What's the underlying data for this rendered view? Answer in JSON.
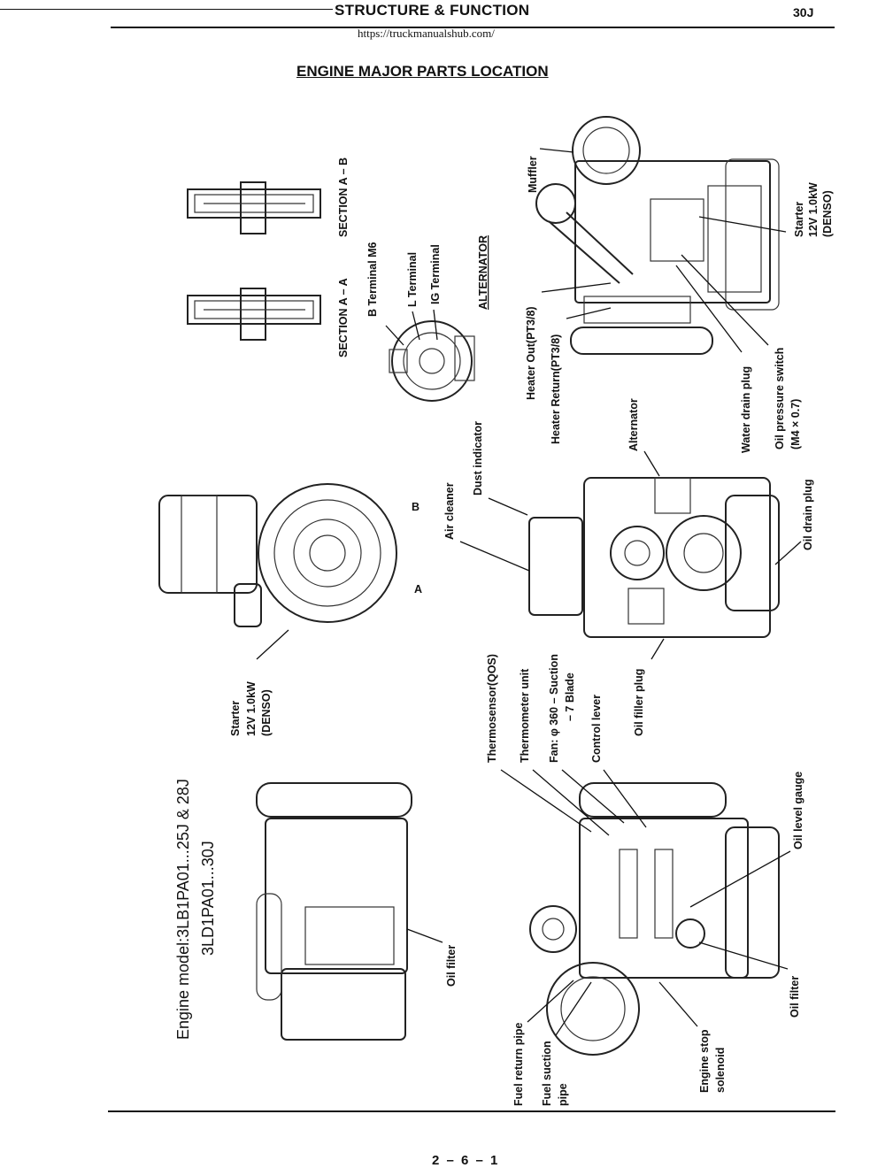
{
  "header": {
    "section_title": "STRUCTURE & FUNCTION",
    "model_code": "30J",
    "source_url": "https://truckmanualshub.com/"
  },
  "page_title": "ENGINE MAJOR PARTS LOCATION",
  "engine_model": {
    "line1": "Engine model:3LB1PA01...25J & 28J",
    "line2": "3LD1PA01...30J"
  },
  "alternator": {
    "section_aa": "SECTION A – A",
    "section_ab": "SECTION A – B",
    "b_terminal": "B Terminal M6",
    "l_terminal": "L Terminal",
    "ig_terminal": "IG Terminal",
    "title": "ALTERNATOR"
  },
  "labels": {
    "muffler": "Muffler",
    "starter_right_1": "Starter",
    "starter_right_2": "12V 1.0kW",
    "starter_right_3": "(DENSO)",
    "heater_out": "Heater Out(PT3/8)",
    "heater_return": "Heater Return(PT3/8)",
    "water_drain_plug": "Water drain plug",
    "oil_pressure_switch_1": "Oil pressure switch",
    "oil_pressure_switch_2": "(M4 × 0.7)",
    "alternator": "Alternator",
    "dust_indicator": "Dust indicator",
    "air_cleaner": "Air cleaner",
    "oil_drain_plug": "Oil drain plug",
    "section_b": "B",
    "section_a": "A",
    "starter_left_1": "Starter",
    "starter_left_2": "12V 1.0kW",
    "starter_left_3": "(DENSO)",
    "thermosensor": "Thermosensor(QOS)",
    "thermometer_unit": "Thermometer unit",
    "fan_1": "Fan: φ 360 – Suction",
    "fan_2": "– 7 Blade",
    "control_lever": "Control lever",
    "oil_filler_plug": "Oil filler plug",
    "oil_level_gauge": "Oil level gauge",
    "oil_filter_left": "Oil filter",
    "oil_filter_right": "Oil filter",
    "fuel_return_pipe": "Fuel return pipe",
    "fuel_suction_pipe_1": "Fuel suction",
    "fuel_suction_pipe_2": "pipe",
    "engine_stop_solenoid_1": "Engine stop",
    "engine_stop_solenoid_2": "solenoid"
  },
  "footer": {
    "page_number": "2 – 6 – 1"
  }
}
